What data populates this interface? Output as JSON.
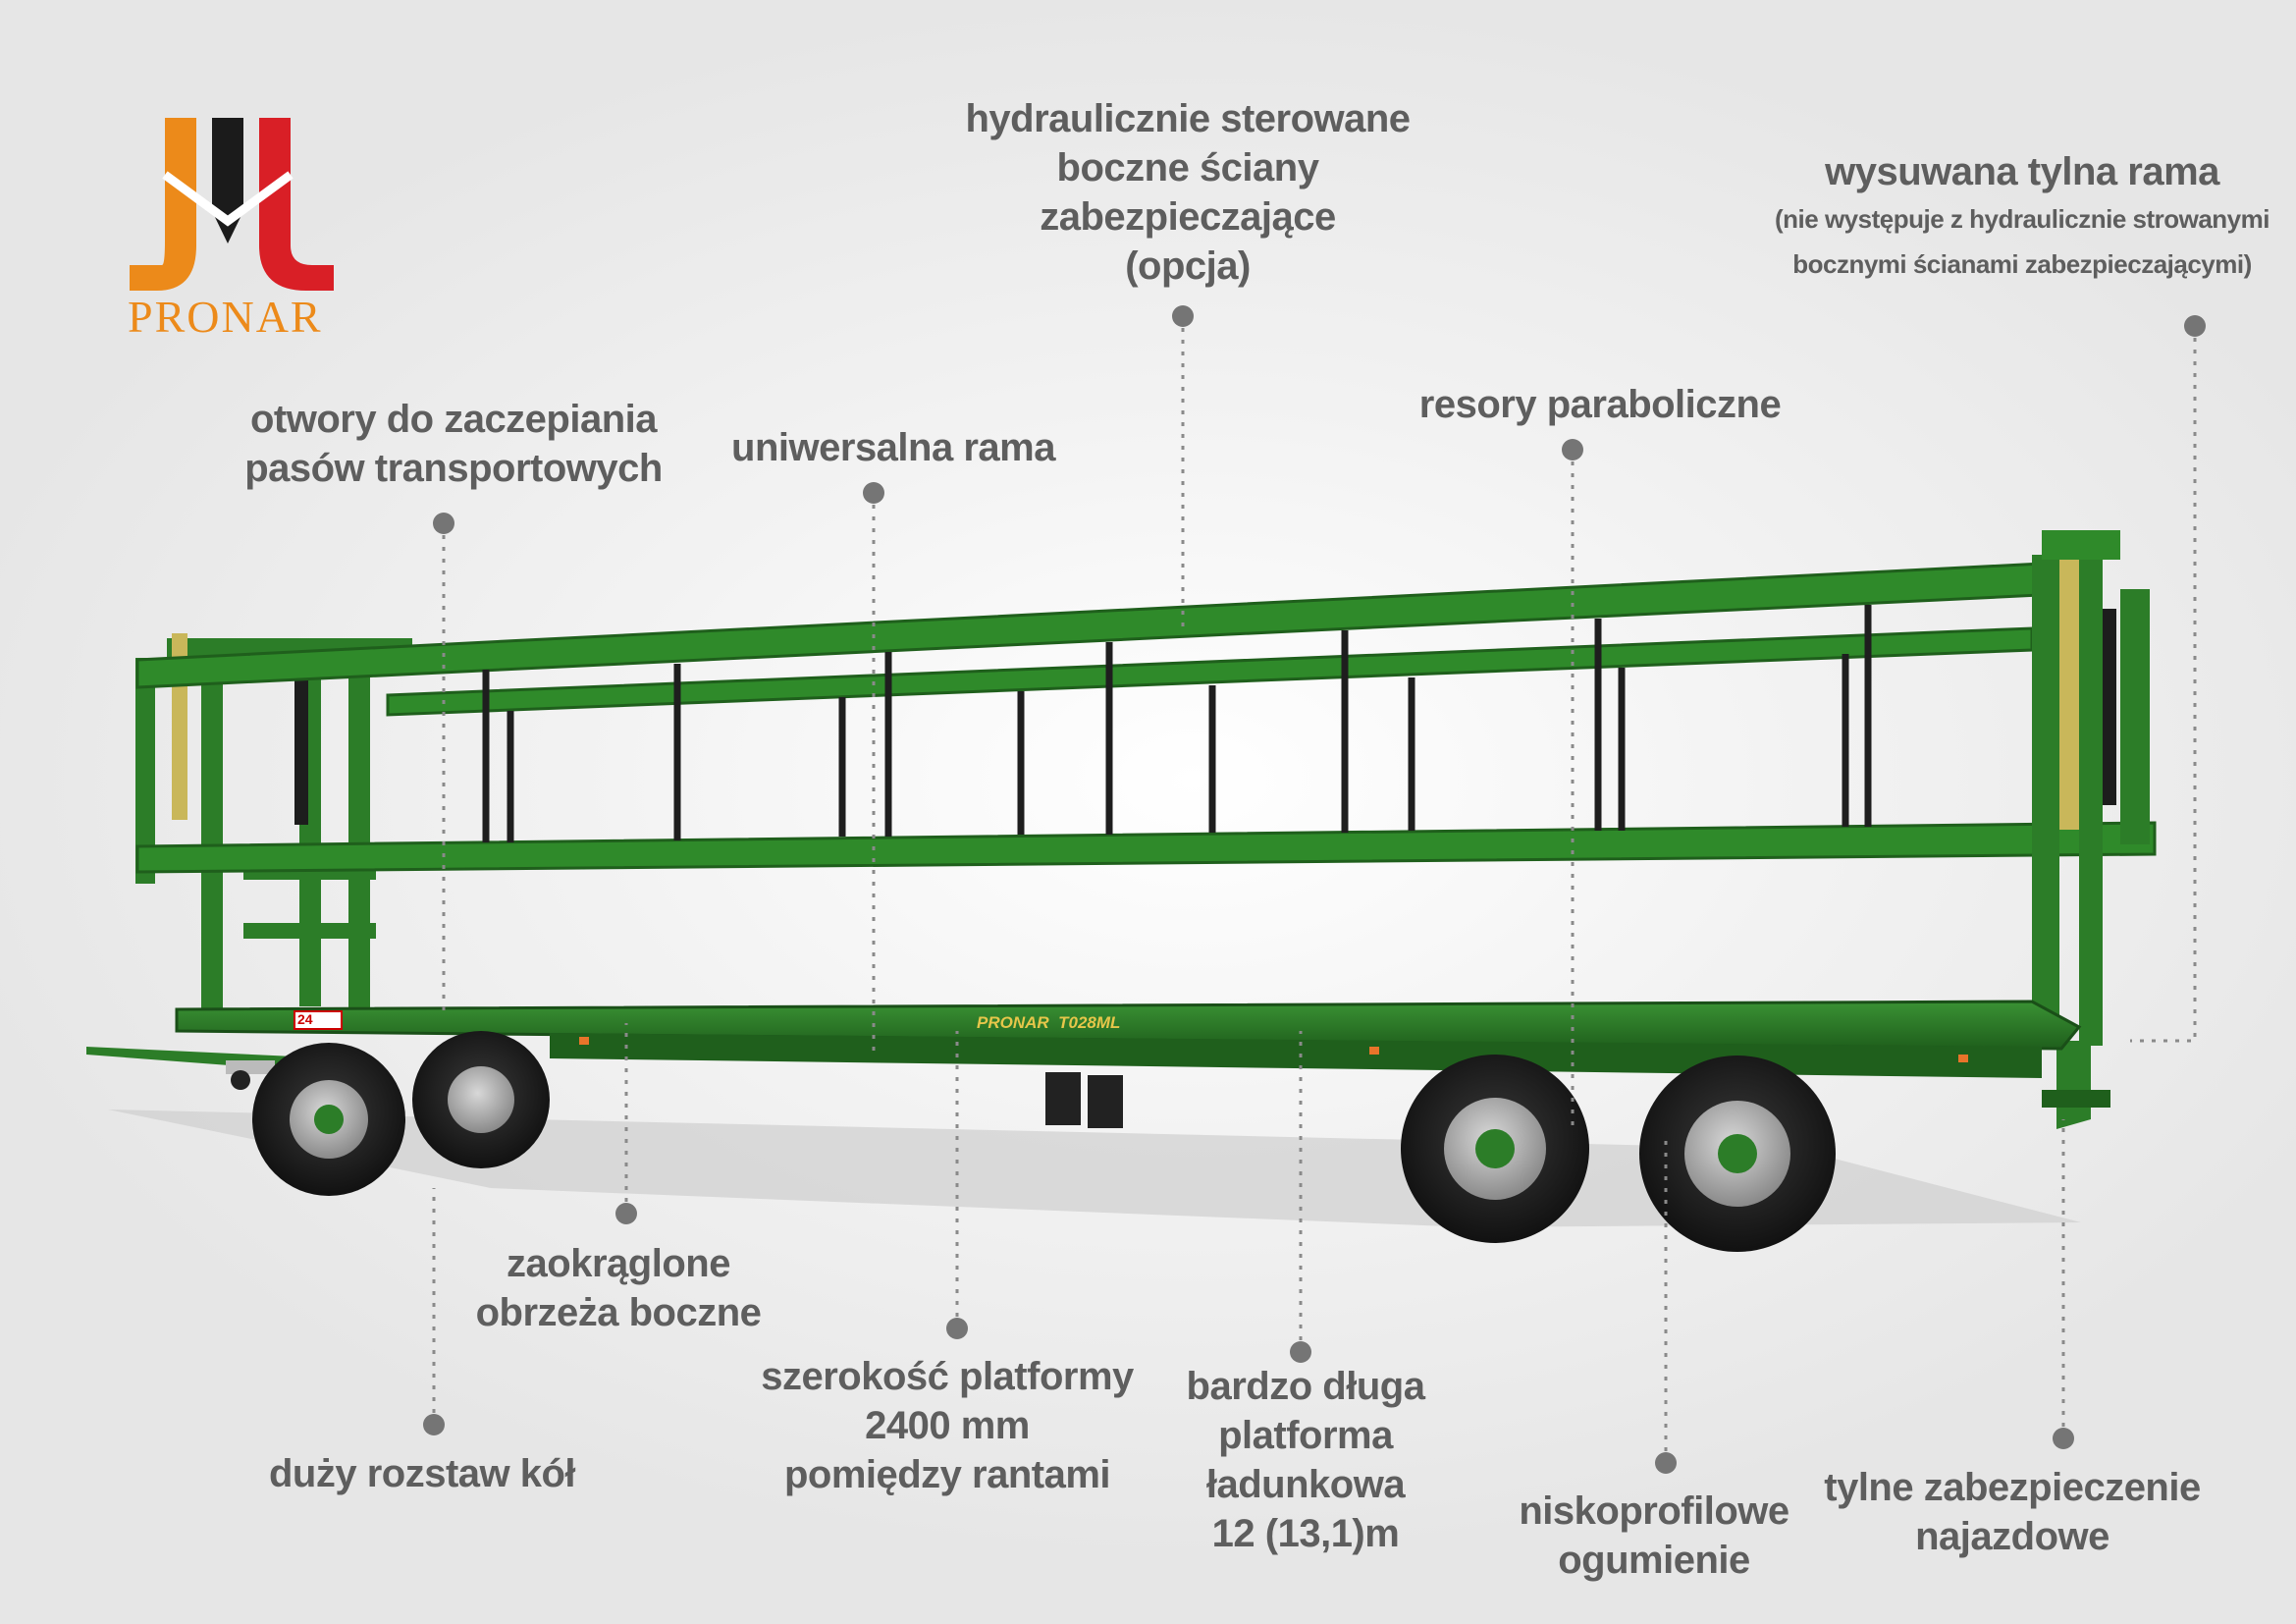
{
  "brand": {
    "name": "PRONAR",
    "colors": {
      "orange": "#ec8a1a",
      "black": "#1b1b1b",
      "red": "#d91f26"
    }
  },
  "product": {
    "plate_text": "PRONAR  T028ML",
    "badge": "24",
    "frame_color": "#2c7d28"
  },
  "labels": {
    "side_walls": [
      "hydraulicznie sterowane",
      "boczne ściany",
      "zabezpieczające",
      "(opcja)"
    ],
    "rear_frame": {
      "title": "wysuwana tylna rama",
      "note": [
        "(nie występuje z hydraulicznie strowanymi",
        "bocznymi ścianami zabezpieczającymi)"
      ]
    },
    "strap_holes": [
      "otwory do zaczepiania",
      "pasów transportowych"
    ],
    "universal_frame": [
      "uniwersalna rama"
    ],
    "parabolic_springs": [
      "resory paraboliczne"
    ],
    "rounded_edges": [
      "zaokrąglone",
      "obrzeża boczne"
    ],
    "platform_width": [
      "szerokość  platformy",
      "2400 mm",
      "pomiędzy rantami"
    ],
    "long_platform": [
      "bardzo długa",
      "platforma",
      "ładunkowa",
      "12 (13,1)m"
    ],
    "low_profile_tires": [
      "niskoprofilowe",
      "ogumienie"
    ],
    "rear_guard": [
      "tylne zabezpieczenie",
      "najazdowe"
    ],
    "wheel_track": [
      "duży rozstaw kół"
    ]
  }
}
